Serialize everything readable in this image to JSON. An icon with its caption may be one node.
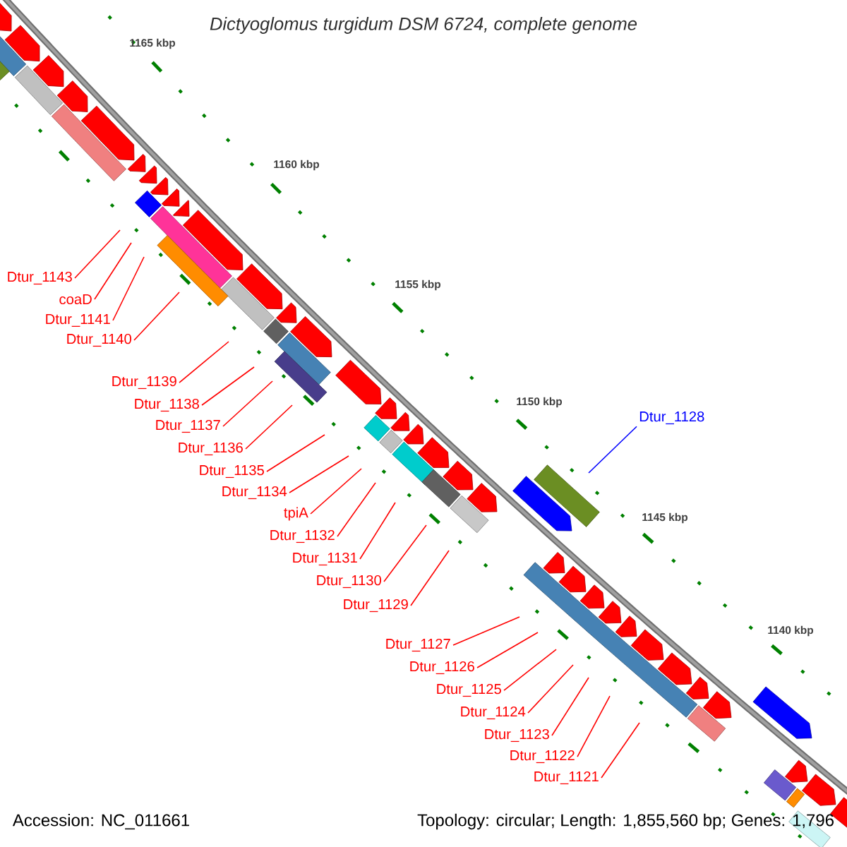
{
  "diagram": {
    "title": "Dictyoglomus turgidum DSM 6724, complete genome",
    "nodes": [
      {
        "text": [
          "Dtur_1143"
        ]
      },
      {
        "text": [
          "coaD"
        ]
      },
      {
        "text": [
          "Dtur_1141"
        ]
      },
      {
        "text": [
          "Dtur_1140"
        ]
      },
      {
        "text": [
          "Dtur_1139"
        ]
      },
      {
        "text": [
          "Dtur_1138"
        ]
      },
      {
        "text": [
          "Dtur_1137"
        ]
      },
      {
        "text": [
          "Dtur_1136"
        ]
      },
      {
        "text": [
          "Dtur_1135"
        ]
      },
      {
        "text": [
          "Dtur_1134"
        ]
      },
      {
        "text": [
          "tpiA"
        ]
      },
      {
        "text": [
          "Dtur_1132"
        ]
      },
      {
        "text": [
          "Dtur_1131"
        ]
      },
      {
        "text": [
          "Dtur_1130"
        ]
      },
      {
        "text": [
          "Dtur_1129"
        ]
      },
      {
        "text": [
          "Dtur_1128"
        ]
      },
      {
        "text": [
          "Dtur_1127"
        ]
      },
      {
        "text": [
          "Dtur_1126"
        ]
      },
      {
        "text": [
          "Dtur_1125"
        ]
      },
      {
        "text": [
          "Dtur_1124"
        ]
      },
      {
        "text": [
          "Dtur_1123"
        ]
      },
      {
        "text": [
          "Dtur_1122"
        ]
      },
      {
        "text": [
          "Dtur_1121"
        ]
      }
    ],
    "edges": [
      {
        "from": 0,
        "to": null,
        "arrow": "none"
      },
      {
        "from": 1,
        "to": null,
        "arrow": "none"
      },
      {
        "from": 2,
        "to": null,
        "arrow": "none"
      },
      {
        "from": 3,
        "to": null,
        "arrow": "none"
      },
      {
        "from": 4,
        "to": null,
        "arrow": "none"
      },
      {
        "from": 5,
        "to": null,
        "arrow": "none"
      },
      {
        "from": 6,
        "to": null,
        "arrow": "none"
      },
      {
        "from": 7,
        "to": null,
        "arrow": "none"
      },
      {
        "from": 8,
        "to": null,
        "arrow": "none"
      },
      {
        "from": 9,
        "to": null,
        "arrow": "none"
      },
      {
        "from": 10,
        "to": null,
        "arrow": "none"
      },
      {
        "from": 11,
        "to": null,
        "arrow": "none"
      },
      {
        "from": 12,
        "to": null,
        "arrow": "none"
      },
      {
        "from": 13,
        "to": null,
        "arrow": "none"
      },
      {
        "from": 14,
        "to": null,
        "arrow": "none"
      },
      {
        "from": 15,
        "to": null,
        "arrow": "none",
        "color": "#0000ff"
      },
      {
        "from": 16,
        "to": null,
        "arrow": "none"
      },
      {
        "from": 17,
        "to": null,
        "arrow": "none"
      },
      {
        "from": 18,
        "to": null,
        "arrow": "none"
      },
      {
        "from": 19,
        "to": null,
        "arrow": "none"
      },
      {
        "from": 20,
        "to": null,
        "arrow": "none"
      },
      {
        "from": 21,
        "to": null,
        "arrow": "none"
      },
      {
        "from": 22,
        "to": null,
        "arrow": "none"
      }
    ],
    "labels": [
      "1165 kbp",
      "1160 kbp",
      "1155 kbp",
      "1150 kbp",
      "1145 kbp",
      "1140 kbp",
      "Accession: NC_011661",
      "Topology: circular; Length: 1,855,560 bp; Genes: 1,796"
    ]
  }
}
